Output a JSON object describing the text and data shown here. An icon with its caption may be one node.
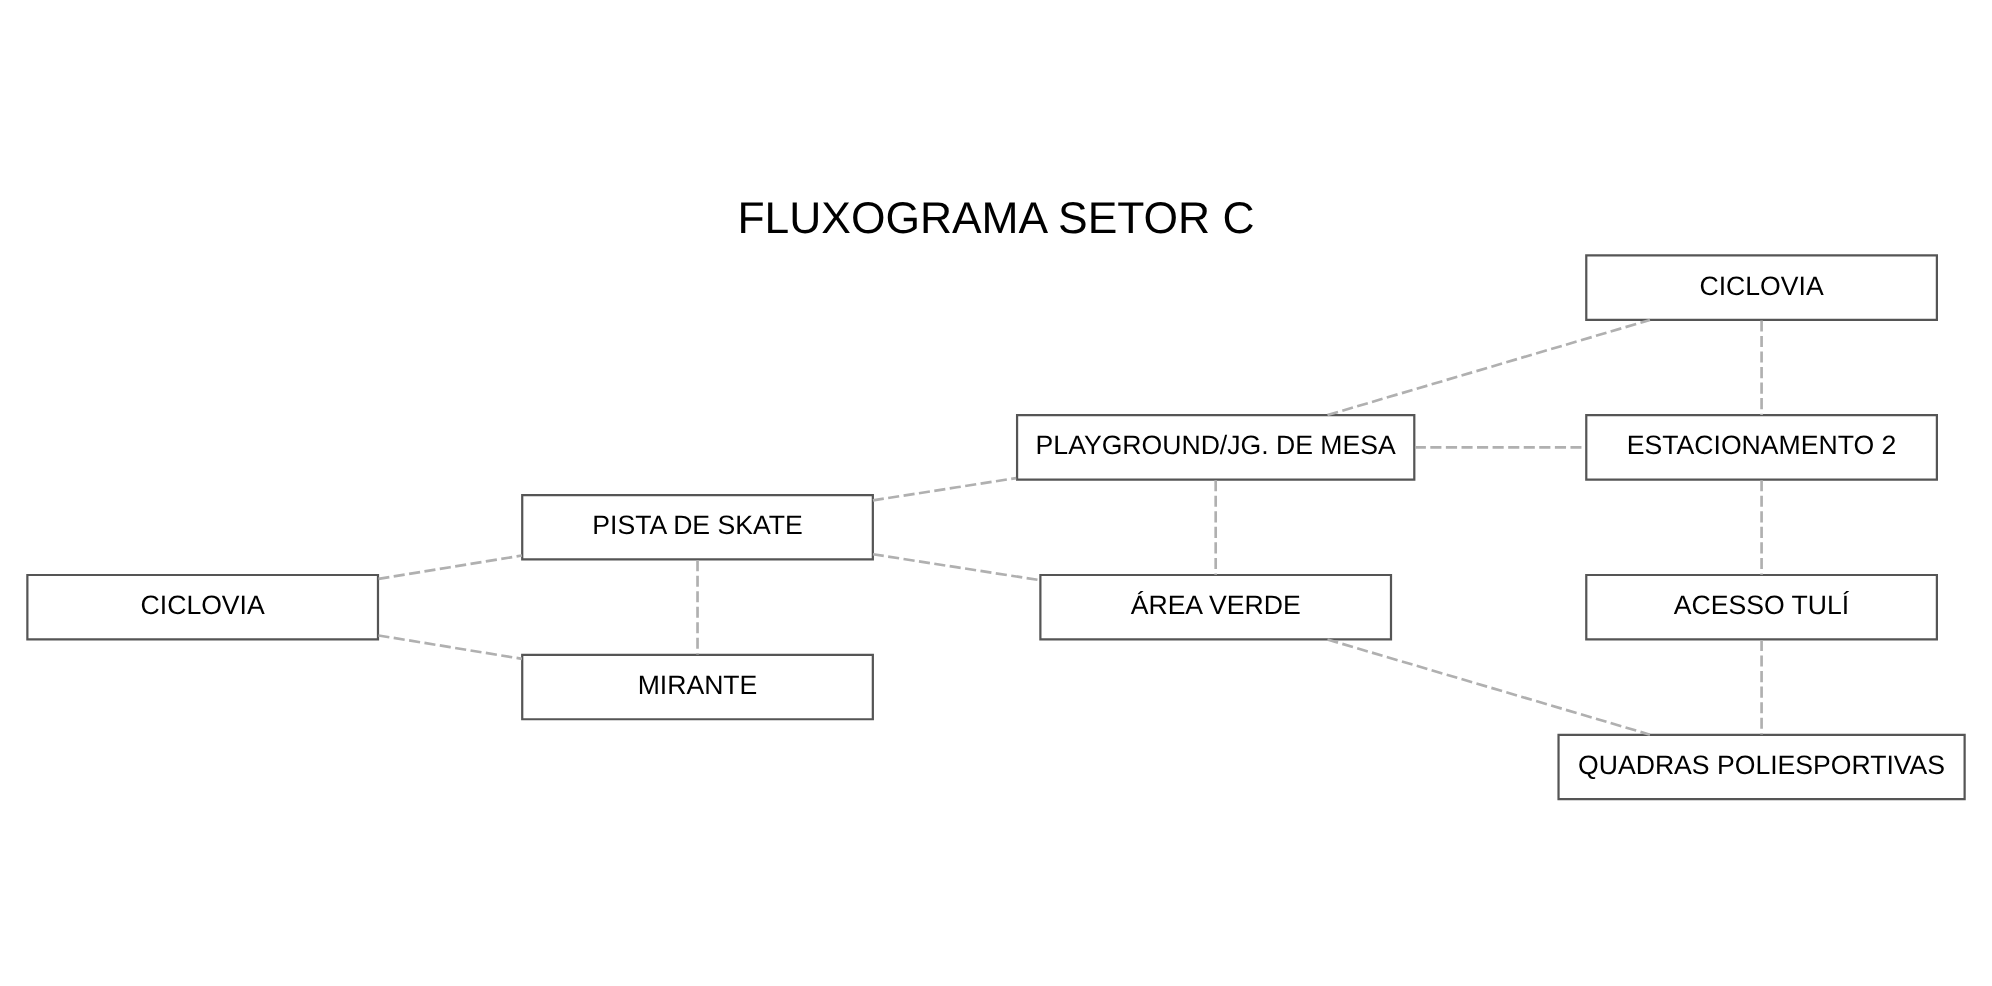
{
  "diagram": {
    "title": "FLUXOGRAMA SETOR C",
    "nodes": [
      {
        "text": [
          "CICLOVIA"
        ]
      },
      {
        "text": [
          "PLAYGROUND/JG. DE MESA"
        ]
      },
      {
        "text": [
          "ESTACIONAMENTO 2"
        ]
      },
      {
        "text": [
          "PISTA DE SKATE"
        ]
      },
      {
        "text": [
          "CICLOVIA"
        ]
      },
      {
        "text": [
          "ÁREA VERDE"
        ]
      },
      {
        "text": [
          "ACESSO TULÍ"
        ]
      },
      {
        "text": [
          "MIRANTE"
        ]
      },
      {
        "text": [
          "QUADRAS POLIESPORTIVAS"
        ]
      }
    ],
    "edges": [
      {
        "from": 4,
        "to": 3,
        "arrow": "none",
        "style": "dashed"
      },
      {
        "from": 4,
        "to": 7,
        "arrow": "none",
        "style": "dashed"
      },
      {
        "from": 3,
        "to": 7,
        "arrow": "none",
        "style": "dashed"
      },
      {
        "from": 3,
        "to": 1,
        "arrow": "none",
        "style": "dashed"
      },
      {
        "from": 3,
        "to": 5,
        "arrow": "none",
        "style": "dashed"
      },
      {
        "from": 1,
        "to": 0,
        "arrow": "none",
        "style": "dashed"
      },
      {
        "from": 1,
        "to": 2,
        "arrow": "none",
        "style": "dashed"
      },
      {
        "from": 1,
        "to": 5,
        "arrow": "none",
        "style": "dashed"
      },
      {
        "from": 5,
        "to": 8,
        "arrow": "none",
        "style": "dashed"
      },
      {
        "from": 0,
        "to": 2,
        "arrow": "none",
        "style": "dashed"
      },
      {
        "from": 2,
        "to": 6,
        "arrow": "none",
        "style": "dashed"
      },
      {
        "from": 6,
        "to": 8,
        "arrow": "none",
        "style": "dashed"
      }
    ]
  }
}
